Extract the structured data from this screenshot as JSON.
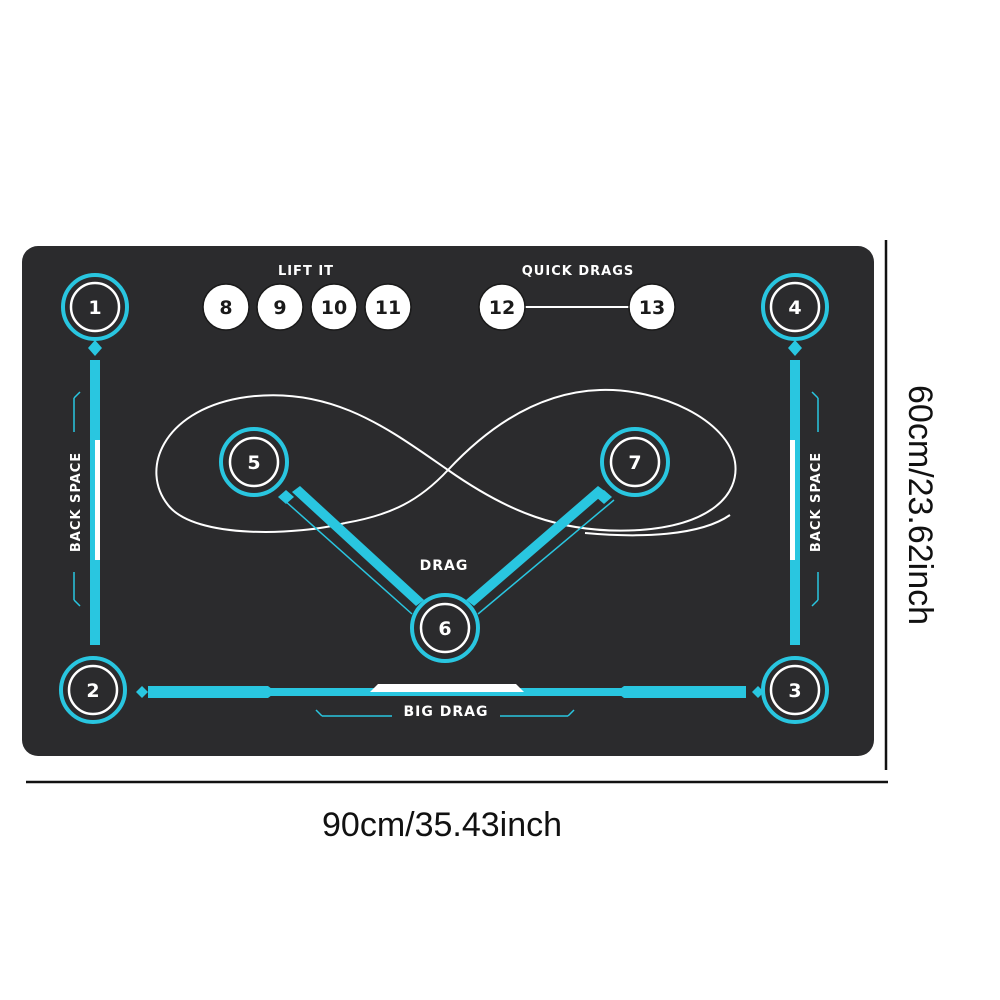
{
  "mat": {
    "background_color": "#2b2b2d",
    "accent_color": "#29c6e0",
    "line_color": "#ffffff",
    "labels": {
      "lift_it": "LIFT IT",
      "quick_drags": "QUICK DRAGS",
      "drag": "DRAG",
      "big_drag": "BIG DRAG",
      "back_space_left": "BACK SPACE",
      "back_space_right": "BACK SPACE"
    },
    "spots": {
      "s1": "1",
      "s2": "2",
      "s3": "3",
      "s4": "4",
      "s5": "5",
      "s6": "6",
      "s7": "7",
      "s8": "8",
      "s9": "9",
      "s10": "10",
      "s11": "11",
      "s12": "12",
      "s13": "13"
    }
  },
  "dimensions": {
    "width": "90cm/35.43inch",
    "height": "60cm/23.62inch"
  }
}
